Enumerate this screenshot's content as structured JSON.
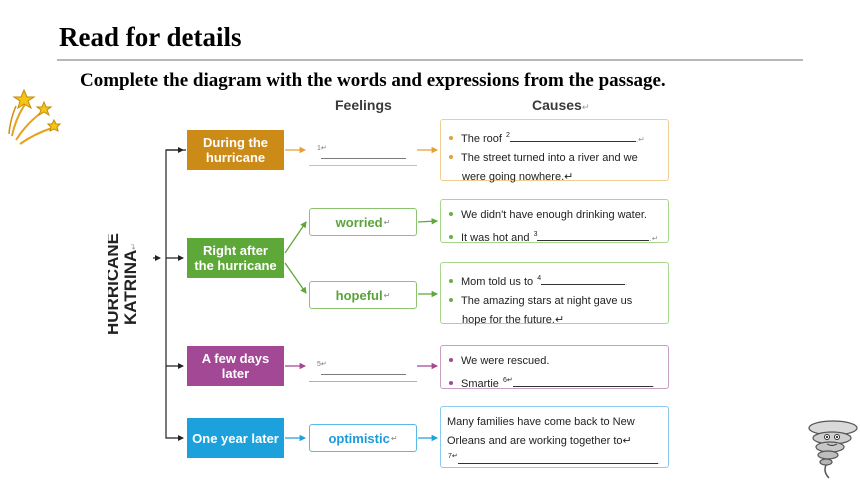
{
  "header": {
    "title": "Read for details",
    "subtitle": "Complete the diagram with the words and expressions from the passage."
  },
  "diagram": {
    "col_feelings": "Feelings",
    "col_causes": "Causes",
    "col_mark": "↵",
    "root_line1": "HURRICANE",
    "root_line2": "KATRINA",
    "root_mark": "↵",
    "stages": [
      {
        "line1": "During the",
        "line2": "hurricane"
      },
      {
        "line1": "Right after",
        "line2": "the hurricane"
      },
      {
        "line1": "A few days",
        "line2": "later"
      },
      {
        "line1": "One year later",
        "line2": ""
      }
    ],
    "feelings": [
      {
        "blank_no": "1",
        "mark": "↵"
      },
      {
        "word": "worried",
        "mark": "↵"
      },
      {
        "word": "hopeful",
        "mark": "↵"
      },
      {
        "blank_no": "5",
        "mark": "↵"
      },
      {
        "word": "optimistic",
        "mark": "↵"
      }
    ],
    "causes": {
      "c1_l1_pre": "The roof",
      "c1_l1_no": "2",
      "c1_l1_end": ".↵",
      "c1_l2": "The street turned into a river and we",
      "c1_l3": "were going nowhere.↵",
      "c2_l1": "We didn't have enough drinking water.",
      "c2_l2_pre": "It was hot and",
      "c2_l2_no": "3",
      "c2_l2_end": ".↵",
      "c3_l1_pre": "Mom told us to",
      "c3_l1_no": "4",
      "c3_l1_end": ".",
      "c3_l2": "The amazing stars at night gave us",
      "c3_l3": "hope for the future.↵",
      "c4_l1": "We were rescued.",
      "c4_l2_pre": "Smartie",
      "c4_l2_no": "6↵",
      "c4_l2_end": ".",
      "c5_l1": "Many families have come back to New",
      "c5_l2": "Orleans and are working together to↵",
      "c5_l3_no": "7↵",
      "c5_l3_end": "."
    }
  },
  "colors": {
    "stage_during": "#cc8a16",
    "stage_after": "#5ea83a",
    "stage_days": "#a34894",
    "stage_year": "#1da1dd"
  },
  "icons": [
    "shooting-stars-icon",
    "tornado-icon"
  ]
}
